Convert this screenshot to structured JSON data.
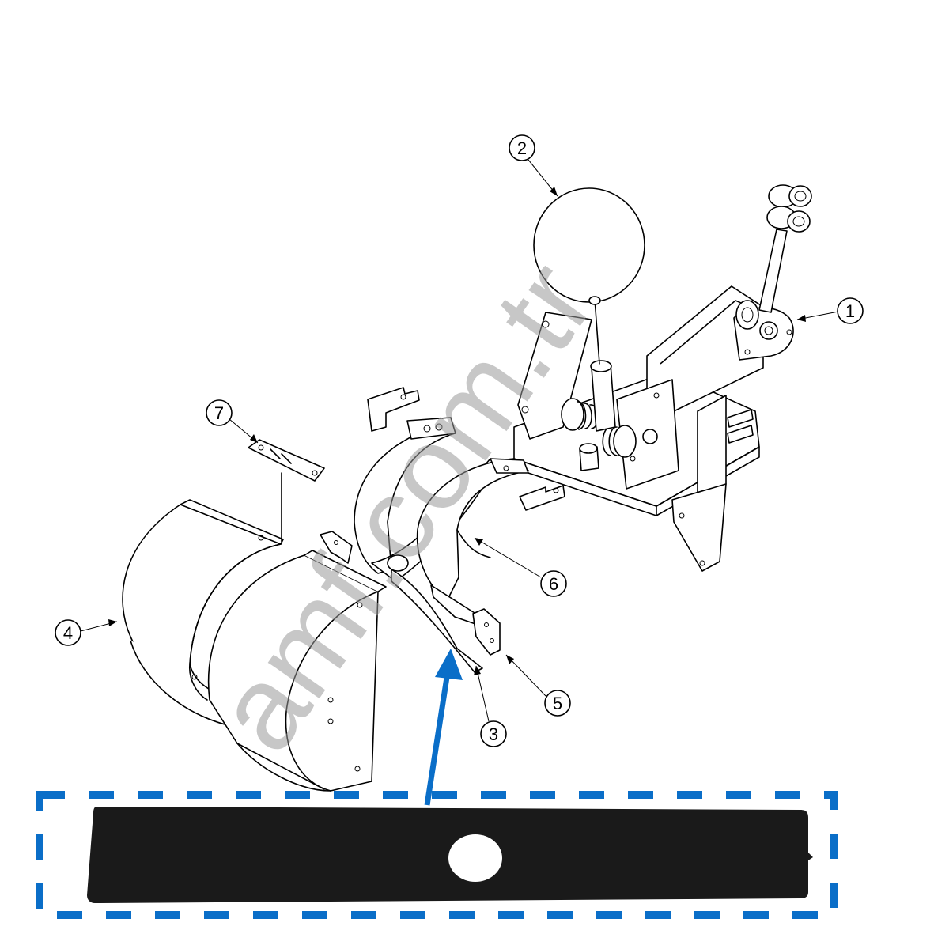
{
  "watermark": {
    "text": "amf.com.tr",
    "color": "#9a9a9a"
  },
  "callouts": [
    {
      "id": "1",
      "label": "1"
    },
    {
      "id": "2",
      "label": "2"
    },
    {
      "id": "3",
      "label": "3"
    },
    {
      "id": "4",
      "label": "4"
    },
    {
      "id": "5",
      "label": "5"
    },
    {
      "id": "6",
      "label": "6"
    },
    {
      "id": "7",
      "label": "7"
    }
  ],
  "highlight": {
    "color": "#0a6ec8",
    "part_color": "#1a1a1a"
  }
}
